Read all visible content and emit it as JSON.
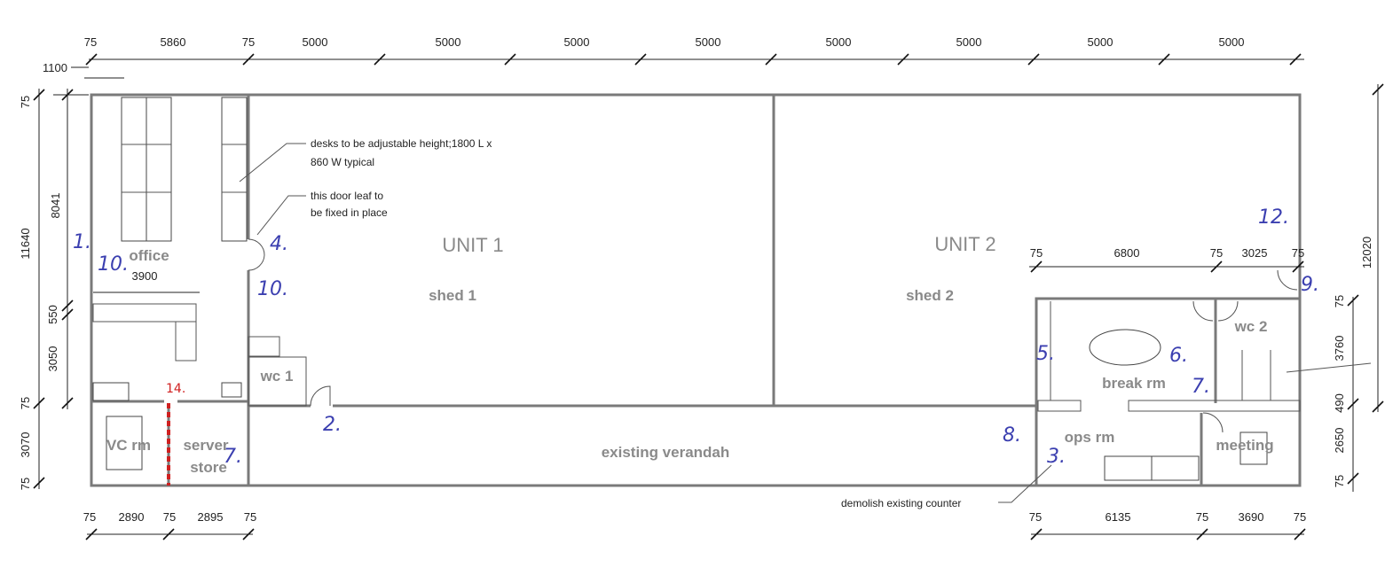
{
  "top_dimensions": [
    "75",
    "5860",
    "75",
    "5000",
    "5000",
    "5000",
    "5000",
    "5000",
    "5000",
    "5000",
    "5000"
  ],
  "left_dimensions": {
    "d1100": "1100",
    "d75a": "75",
    "d8041": "8041",
    "d11640": "11640",
    "d550": "550",
    "d3050": "3050",
    "d75b": "75",
    "d3070": "3070",
    "d75c": "75",
    "d3900": "3900"
  },
  "bottom_left_dimensions": [
    "75",
    "2890",
    "75",
    "2895",
    "75"
  ],
  "bottom_right_dimensions": [
    "75",
    "6135",
    "75",
    "3690",
    "75"
  ],
  "inner_right_dimensions": [
    "75",
    "6800",
    "75",
    "3025",
    "75"
  ],
  "right_dimensions": {
    "d12020": "12020",
    "d75a": "75",
    "d3760": "3760",
    "d490": "490",
    "d2650": "2650",
    "d75b": "75"
  },
  "units": {
    "unit1": "UNIT 1",
    "shed1": "shed 1",
    "unit2": "UNIT 2",
    "shed2": "shed 2"
  },
  "rooms": {
    "office": "office",
    "wc1": "wc 1",
    "vc": "VC rm",
    "server": "server",
    "store": "store",
    "verandah": "existing verandah",
    "break": "break rm",
    "wc2": "wc 2",
    "ops": "ops rm",
    "meeting": "meeting"
  },
  "notes": {
    "desks_l1": "desks to be adjustable height;1800 L x",
    "desks_l2": "860 W typical",
    "door_l1": "this door leaf to",
    "door_l2": "be fixed in place",
    "counter": "demolish existing counter"
  },
  "markers": {
    "m1": "1.",
    "m10a": "10.",
    "m4": "4.",
    "m10b": "10.",
    "m2": "2.",
    "m14": "14.",
    "m7a": "7.",
    "m12": "12.",
    "m9": "9.",
    "m5": "5.",
    "m6": "6.",
    "m7b": "7.",
    "m8": "8.",
    "m3": "3."
  }
}
